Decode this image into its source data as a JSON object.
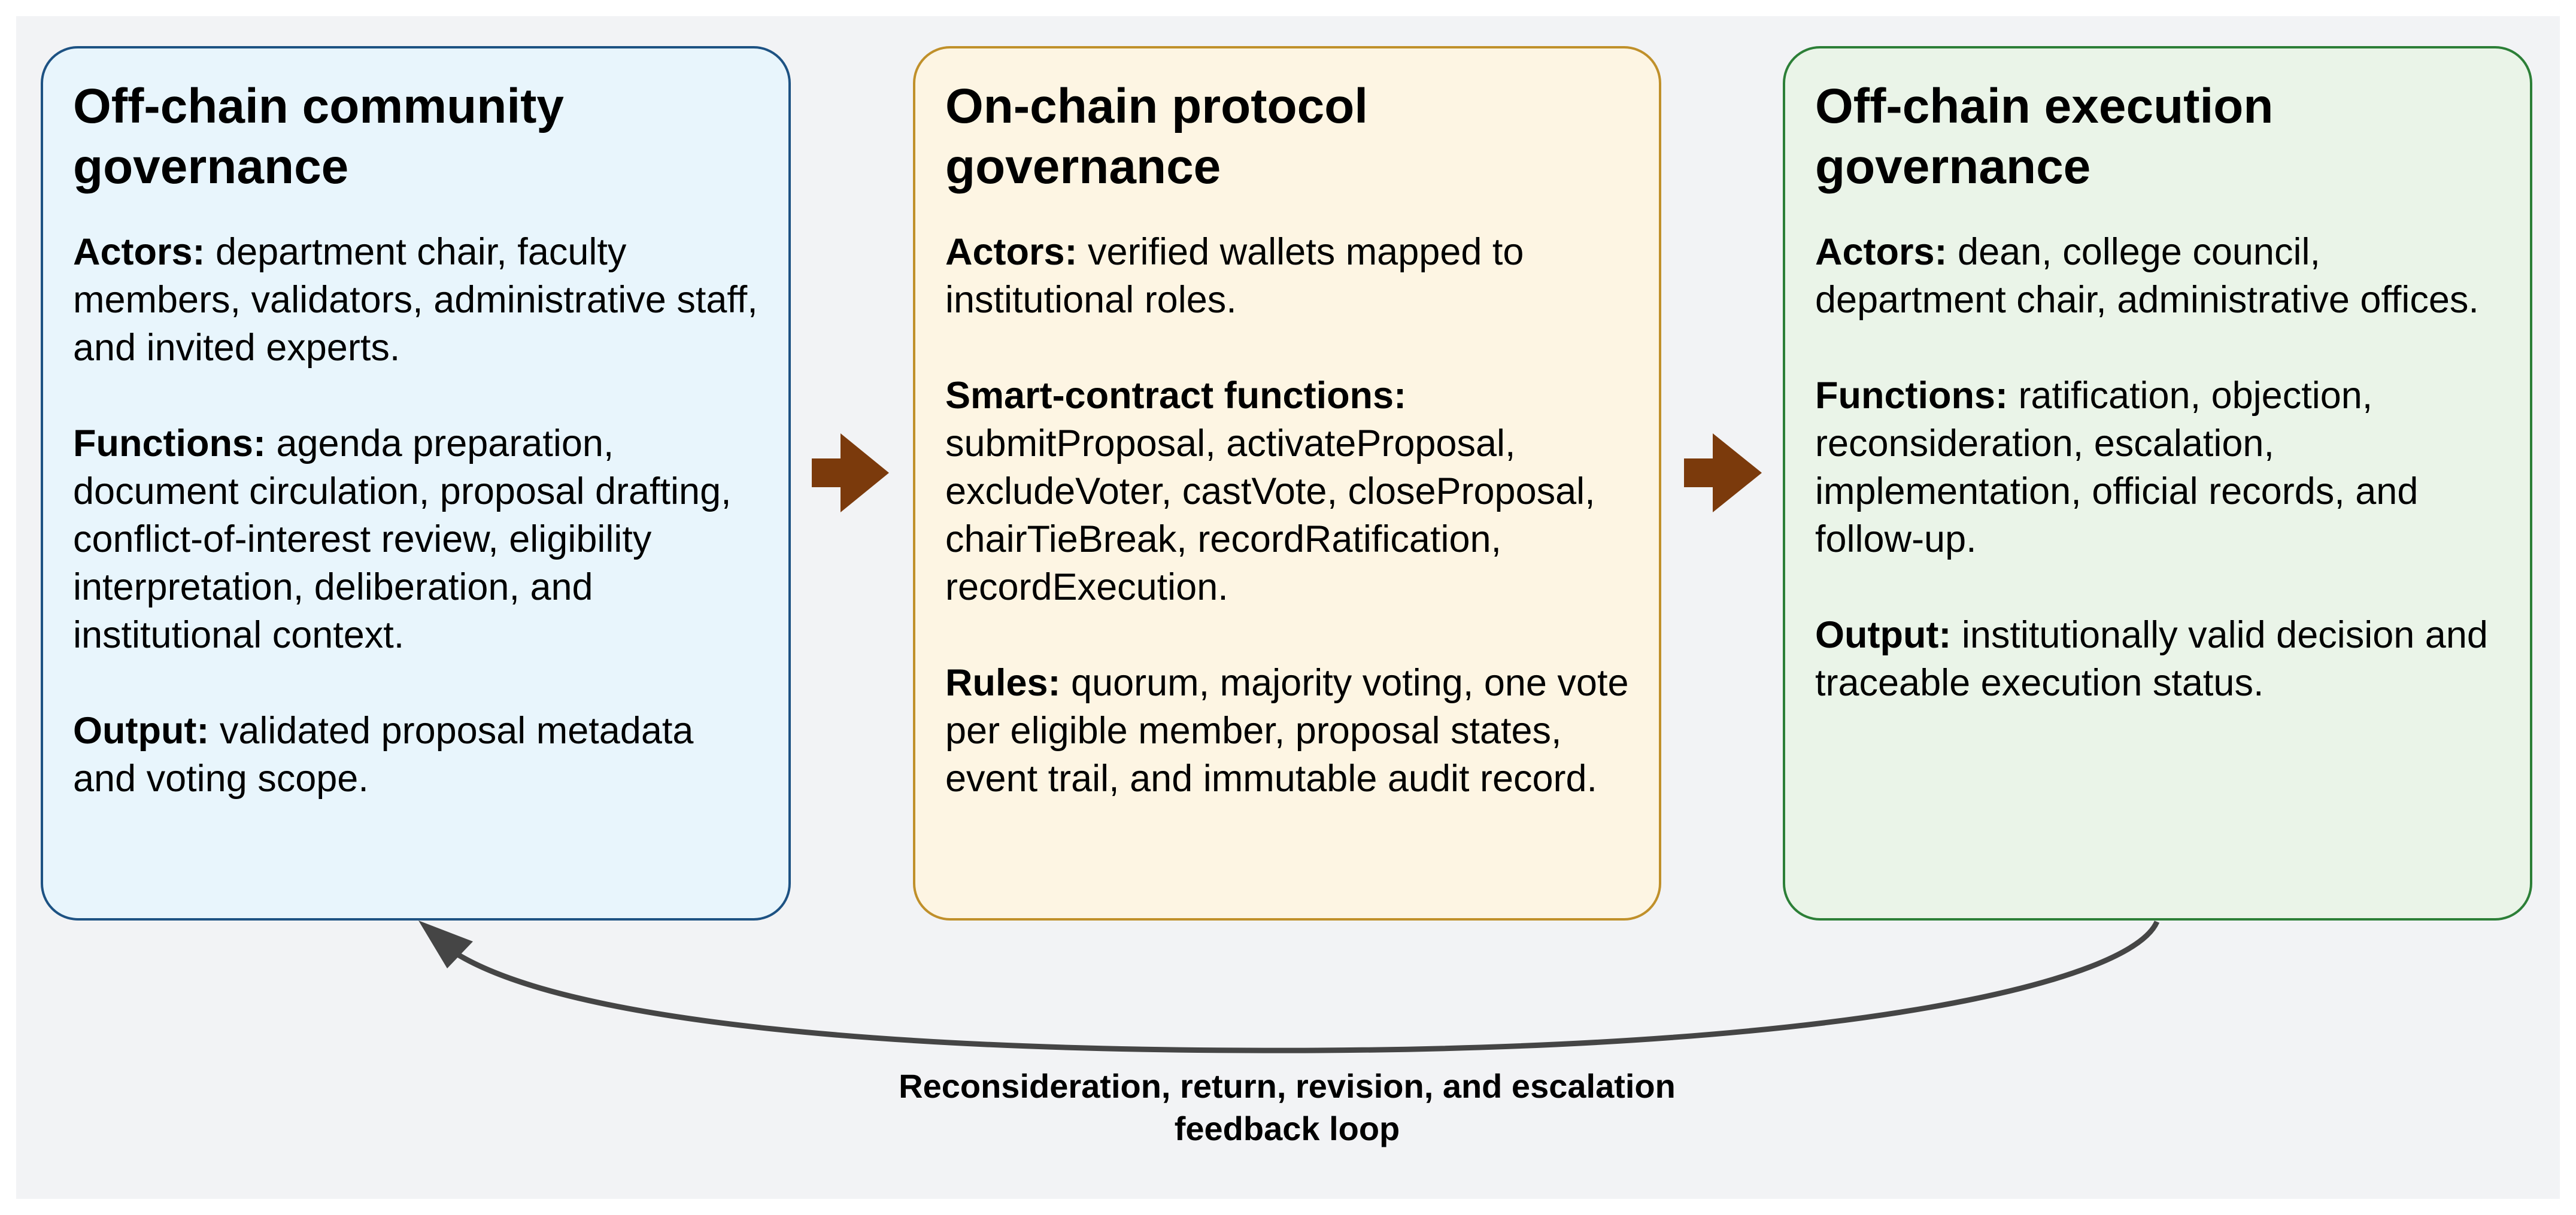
{
  "colors": {
    "canvas_bg": "#f2f3f5",
    "left_fill": "#e8f5fc",
    "left_border": "#1d5283",
    "mid_fill": "#fdf5e3",
    "mid_border": "#c0902a",
    "right_fill": "#eaf4e8",
    "right_border": "#2c7f37",
    "flow_arrow": "#7b3a0c",
    "feedback_arrow": "#454545"
  },
  "panels": [
    {
      "title": "Off-chain community governance",
      "sections": [
        {
          "label": "Actors:",
          "text": " department chair, faculty members, validators, administrative staff, and invited experts."
        },
        {
          "label": "Functions:",
          "text": " agenda preparation, document circulation, proposal drafting, conflict-of-interest review, eligibility interpretation, deliberation, and institutional context."
        },
        {
          "label": "Output:",
          "text": " validated proposal metadata and voting scope."
        }
      ]
    },
    {
      "title": "On-chain protocol governance",
      "sections": [
        {
          "label": "Actors:",
          "text": " verified wallets mapped to institutional roles."
        },
        {
          "label": "Smart-contract functions:",
          "text": " submitProposal, activateProposal, excludeVoter, castVote, closeProposal, chairTieBreak, recordRatification, recordExecution."
        },
        {
          "label": "Rules:",
          "text": " quorum, majority voting, one vote per eligible member, proposal states, event trail, and immutable audit record."
        }
      ]
    },
    {
      "title": "Off-chain execution governance",
      "sections": [
        {
          "label": "Actors:",
          "text": " dean, college council, department chair, administrative offices."
        },
        {
          "label": "Functions:",
          "text": " ratification, objection, reconsideration, escalation, implementation, official records, and follow-up."
        },
        {
          "label": "Output:",
          "text": " institutionally valid decision and traceable execution status."
        }
      ]
    }
  ],
  "feedback": {
    "label_line1": "Reconsideration, return, revision, and escalation",
    "label_line2": "feedback loop"
  }
}
